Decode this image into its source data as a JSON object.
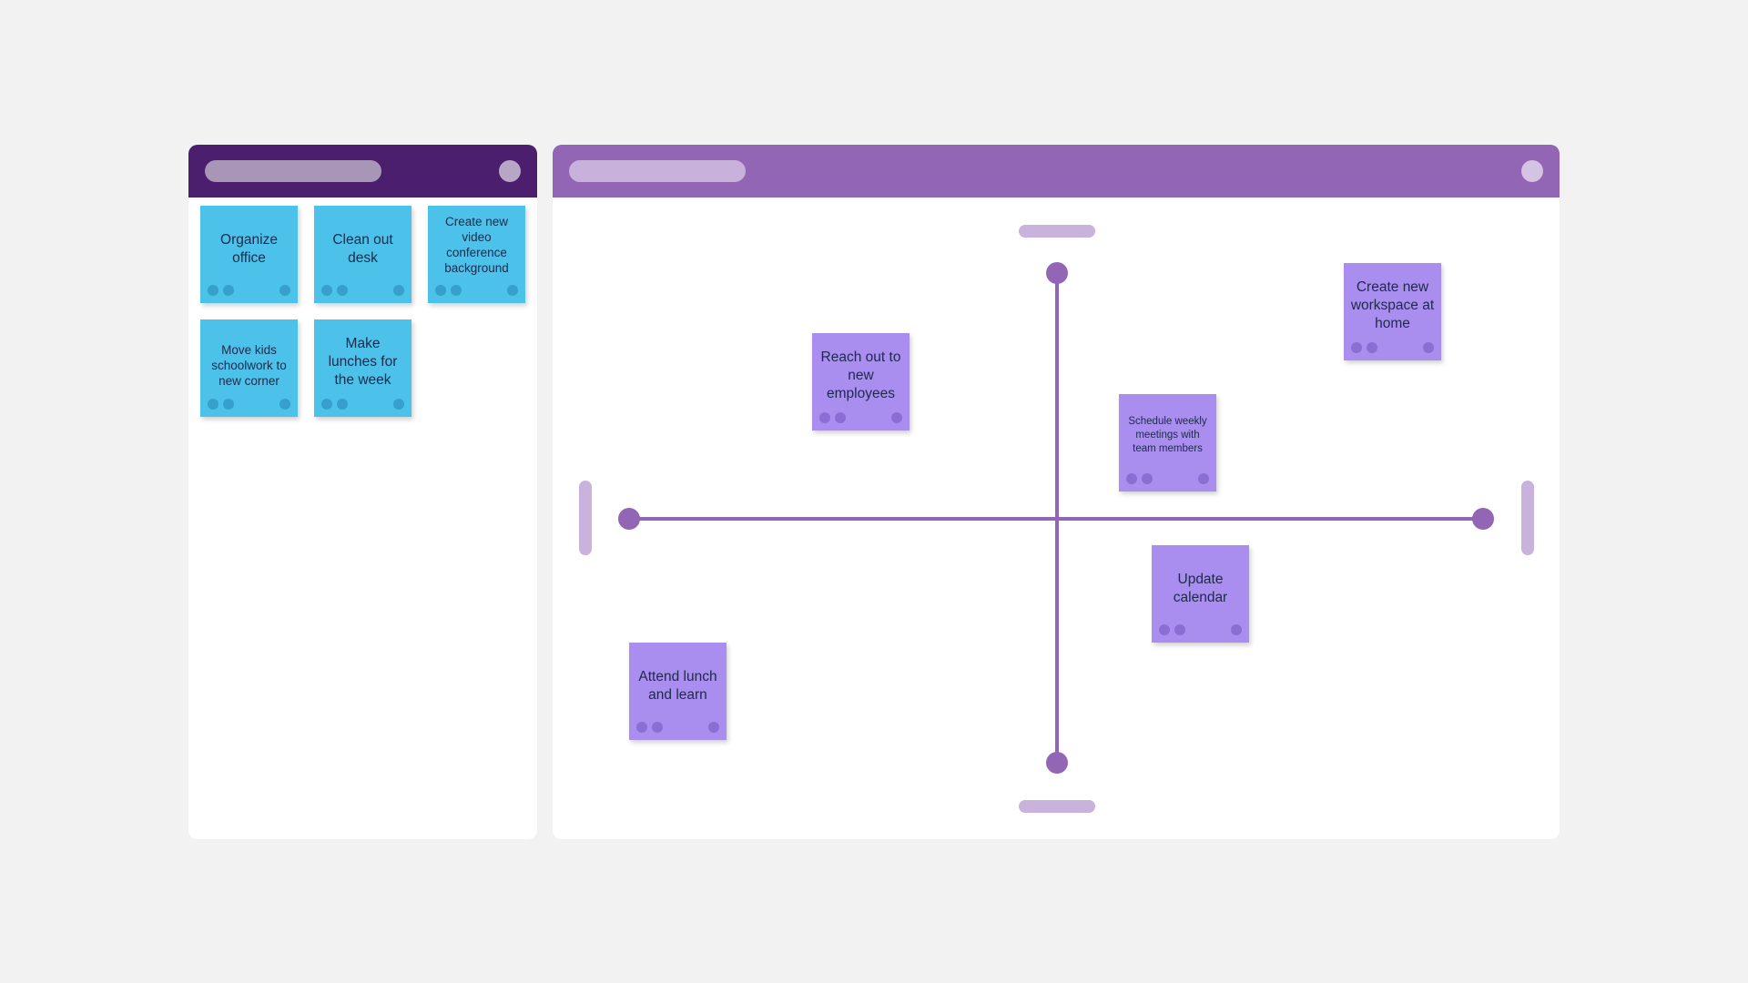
{
  "colors": {
    "page_background": "#f2f2f2",
    "backlog_header": "#4b1f6e",
    "board_header": "#9265b5",
    "backlog_note": "#4cc1ea",
    "board_note": "#a98ef0",
    "axis": "#9265b5"
  },
  "backlog": {
    "notes": [
      {
        "text": "Organize office"
      },
      {
        "text": "Clean out desk"
      },
      {
        "text": "Create new video conference background"
      },
      {
        "text": "Move kids schoolwork to new corner"
      },
      {
        "text": "Make lunches for the week"
      }
    ]
  },
  "board": {
    "notes": [
      {
        "text": "Reach out to new employees"
      },
      {
        "text": "Create new workspace at home"
      },
      {
        "text": "Schedule weekly meetings with team members"
      },
      {
        "text": "Update calendar"
      },
      {
        "text": "Attend lunch and learn"
      }
    ]
  }
}
